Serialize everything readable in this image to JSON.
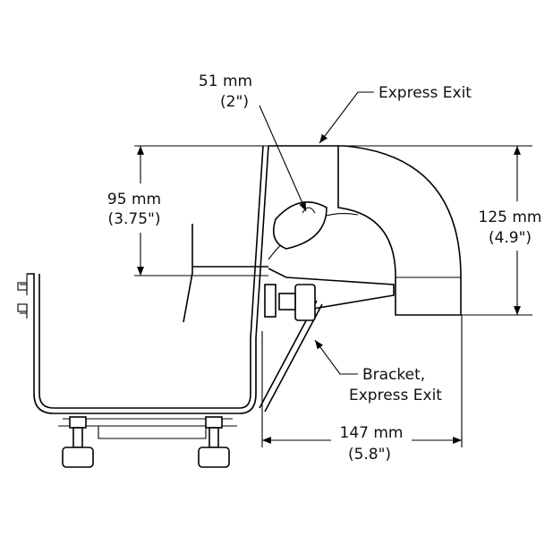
{
  "labels": {
    "dim_51_mm": "51 mm",
    "dim_51_in": "(2\")",
    "express_exit": "Express Exit",
    "dim_95_mm": "95 mm",
    "dim_95_in": "(3.75\")",
    "dim_125_mm": "125 mm",
    "dim_125_in": "(4.9\")",
    "bracket_line1": "Bracket,",
    "bracket_line2": "Express Exit",
    "dim_147_mm": "147 mm",
    "dim_147_in": "(5.8\")"
  }
}
